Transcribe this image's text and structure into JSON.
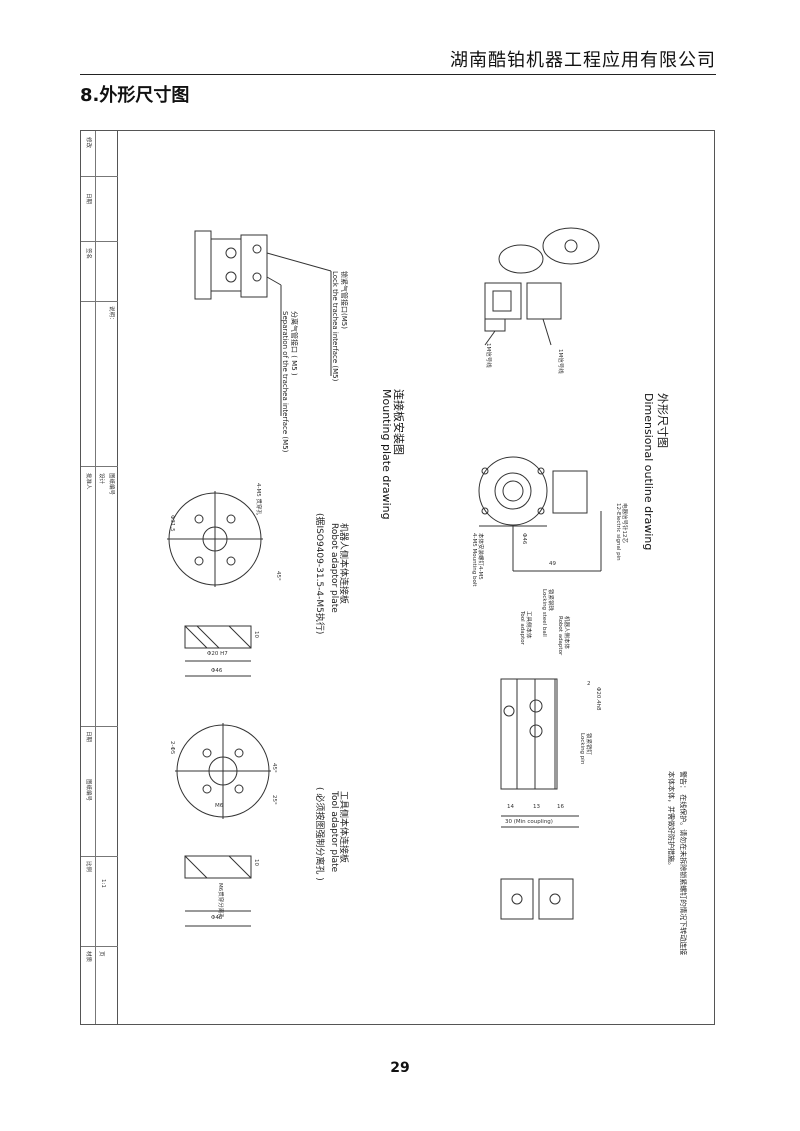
{
  "header": {
    "company": "湖南酷铂机器工程应用有限公司",
    "section_title": "8.外形尺寸图"
  },
  "title_strip": {
    "top_labels": [
      "修改",
      "日期",
      "签名"
    ],
    "mid_label": "说明：",
    "block_a": [
      "图纸编号",
      "设计",
      "批准人"
    ],
    "block_b": [
      "日期",
      "图纸编号"
    ],
    "block_c": [
      "比例",
      "1:1"
    ],
    "block_d": [
      "材质",
      "页"
    ]
  },
  "drawing": {
    "main_title_cn": "外形尺寸图",
    "main_title_en": "Dimensional outline drawing",
    "mounting_title_cn": "连接板安装图",
    "mounting_title_en": "Mounting plate drawing",
    "trachea_lock_cn": "锁紧气管接口(M5)",
    "trachea_lock_en": "Lock the trachea interface (M5)",
    "trachea_sep_cn": "分离气管接口 ( M5 )",
    "trachea_sep_en": "Separation of the trachea interface (M5)",
    "signal_1": "1M信号线",
    "signal_2": "1M信号线",
    "electric_cn": "电器信号针12芯",
    "electric_en": "12-Electric signal pin",
    "mount_bolt_cn": "本体安装螺钉4-M5",
    "mount_bolt_en": "4-M5 Mounting bolt",
    "dim_phi46": "Φ46",
    "dim_49": "49",
    "robot_plate_cn": "机器人侧本体连接板",
    "robot_plate_en": "Robot adaptor plate",
    "robot_plate_std": "(据ISO9409-31.5-4-M5执行)",
    "tool_plate_cn": "工具侧本体连接板",
    "tool_plate_en": "Tool adaptor plate",
    "tool_plate_note": "( 必须按图强制分离孔 )",
    "robot_adaptor_cn": "机器人侧本体",
    "robot_adaptor_en": "Robot adaptor",
    "locking_ball_cn": "锁紧钢珠",
    "locking_ball_en": "Locking steel ball",
    "tool_adaptor_cn": "工具侧本体",
    "tool_adaptor_en": "Tool adaptor",
    "locking_pin_cn": "锁紧销钉",
    "locking_pin_en": "Locking pin",
    "dim_2": "2",
    "dim_phi20": "Φ20.4h8",
    "dim_14": "14",
    "dim_13": "13",
    "dim_16": "16",
    "dim_30": "30 (Min coupling)",
    "dim_10a": "10",
    "dim_10b": "10",
    "dim_phi20h7": "Φ20 H7",
    "dim_phi46_b": "Φ46",
    "dim_phi46_c": "Φ46",
    "dim_45a": "45°",
    "dim_45b": "45°",
    "dim_25": "25°",
    "dim_4m5": "4-M5 贯穿孔",
    "dim_pcd": "Φ31.5",
    "dim_2phi5": "2-Φ5",
    "dim_m6": "M6",
    "dim_m6_note": "M6贯穿分离孔",
    "warning": "警告：  在线保护。请勿在未拆除锁紧螺钉的情况下转动连接本体本体，并需做好防护措施。"
  },
  "footer": {
    "page_number": "29"
  }
}
